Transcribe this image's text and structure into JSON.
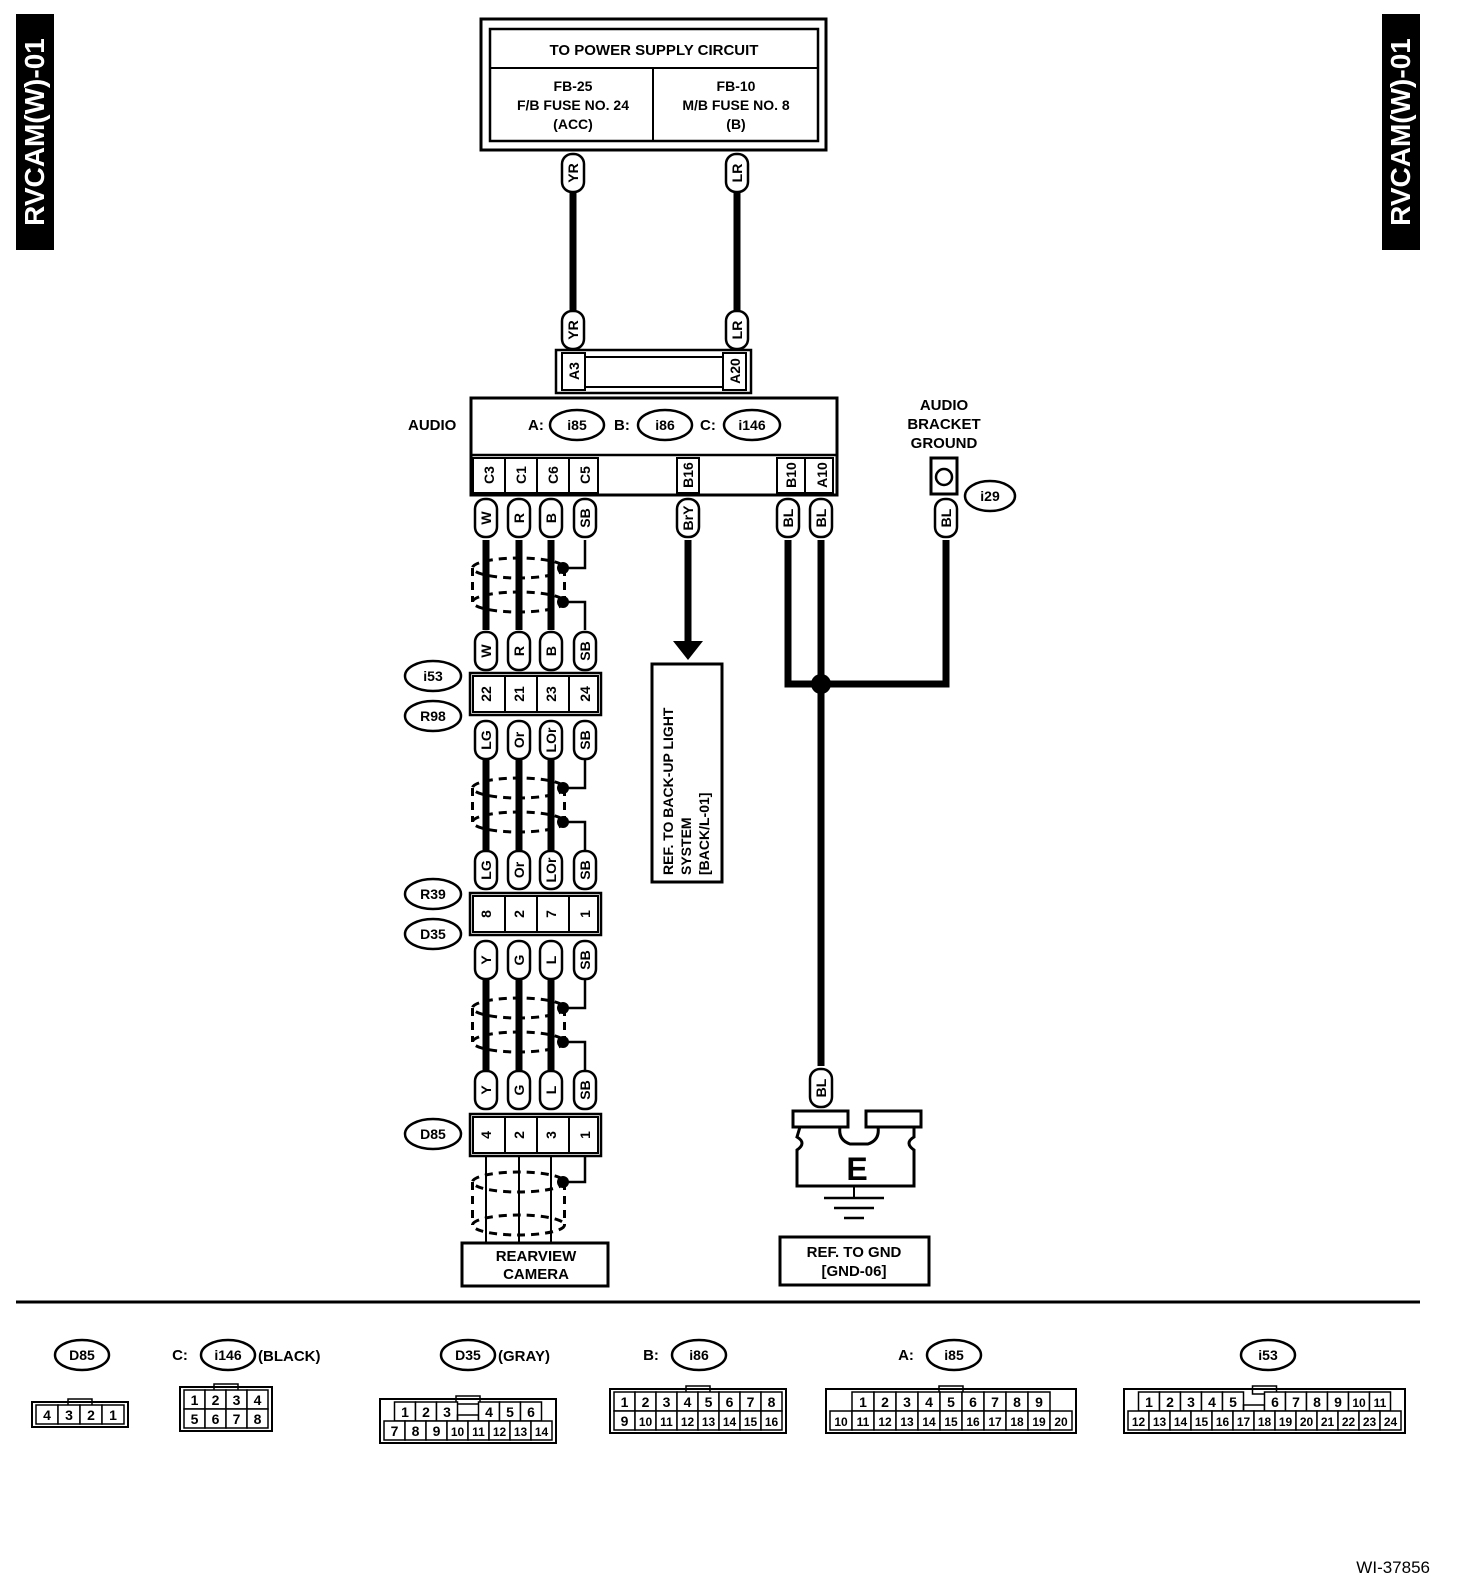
{
  "side_tab": "RVCAM(W)-01",
  "figure_id": "WI-37856",
  "power_box": {
    "title": "TO POWER SUPPLY CIRCUIT",
    "left": [
      "FB-25",
      "F/B FUSE NO. 24",
      "(ACC)"
    ],
    "right": [
      "FB-10",
      "M/B FUSE NO. 8",
      "(B)"
    ]
  },
  "power_wires": {
    "left_color": "YR",
    "right_color": "LR",
    "left_pin": "A3",
    "right_pin": "A20"
  },
  "audio": {
    "label": "AUDIO",
    "connectors": [
      {
        "prefix": "A:",
        "id": "i85"
      },
      {
        "prefix": "B:",
        "id": "i86"
      },
      {
        "prefix": "C:",
        "id": "i146"
      }
    ],
    "pins": [
      "C3",
      "C1",
      "C6",
      "C5",
      "B16",
      "B10",
      "A10"
    ],
    "wire_colors": [
      "W",
      "R",
      "B",
      "SB",
      "BrY",
      "BL",
      "BL"
    ]
  },
  "audio_bracket": {
    "label": [
      "AUDIO",
      "BRACKET",
      "GROUND"
    ],
    "connector": "i29",
    "wire_color": "BL"
  },
  "harness": {
    "upper_colors": [
      "W",
      "R",
      "B",
      "SB"
    ],
    "junction1": {
      "top_id": "i53",
      "bottom_id": "R98",
      "pins": [
        "22",
        "21",
        "23",
        "24"
      ]
    },
    "mid_colors": [
      "LG",
      "Or",
      "LOr",
      "SB"
    ],
    "junction2": {
      "top_id": "R39",
      "bottom_id": "D35",
      "pins": [
        "8",
        "2",
        "7",
        "1"
      ]
    },
    "lower_colors": [
      "Y",
      "G",
      "L",
      "SB"
    ],
    "d85": {
      "id": "D85",
      "pins": [
        "4",
        "2",
        "3",
        "1"
      ]
    },
    "camera_label": [
      "REARVIEW",
      "CAMERA"
    ]
  },
  "backup_ref": [
    "REF. TO BACK-UP LIGHT",
    "SYSTEM",
    "[BACK/L-01]"
  ],
  "ground": {
    "wire_color": "BL",
    "letter": "E",
    "ref": [
      "REF. TO GND",
      "[GND-06]"
    ]
  },
  "connector_views": [
    {
      "prefix": "",
      "id": "D85",
      "suffix": "",
      "rows": [
        [
          "4",
          "3",
          "2",
          "1"
        ]
      ]
    },
    {
      "prefix": "C:",
      "id": "i146",
      "suffix": "(BLACK)",
      "rows": [
        [
          "1",
          "2",
          "3",
          "4"
        ],
        [
          "5",
          "6",
          "7",
          "8"
        ]
      ]
    },
    {
      "prefix": "",
      "id": "D35",
      "suffix": "(GRAY)",
      "rows": [
        [
          "1",
          "2",
          "3",
          "",
          "4",
          "5",
          "6"
        ],
        [
          "7",
          "8",
          "9",
          "10",
          "11",
          "12",
          "13",
          "14"
        ]
      ]
    },
    {
      "prefix": "B:",
      "id": "i86",
      "suffix": "",
      "rows": [
        [
          "1",
          "2",
          "3",
          "4",
          "5",
          "6",
          "7",
          "8"
        ],
        [
          "9",
          "10",
          "11",
          "12",
          "13",
          "14",
          "15",
          "16"
        ]
      ]
    },
    {
      "prefix": "A:",
      "id": "i85",
      "suffix": "",
      "rows": [
        [
          "1",
          "2",
          "3",
          "4",
          "5",
          "6",
          "7",
          "8",
          "9"
        ],
        [
          "10",
          "11",
          "12",
          "13",
          "14",
          "15",
          "16",
          "17",
          "18",
          "19",
          "20"
        ]
      ]
    },
    {
      "prefix": "",
      "id": "i53",
      "suffix": "",
      "rows": [
        [
          "1",
          "2",
          "3",
          "4",
          "5",
          "",
          "6",
          "7",
          "8",
          "9",
          "10",
          "11"
        ],
        [
          "12",
          "13",
          "14",
          "15",
          "16",
          "17",
          "18",
          "19",
          "20",
          "21",
          "22",
          "23",
          "24"
        ]
      ]
    }
  ]
}
